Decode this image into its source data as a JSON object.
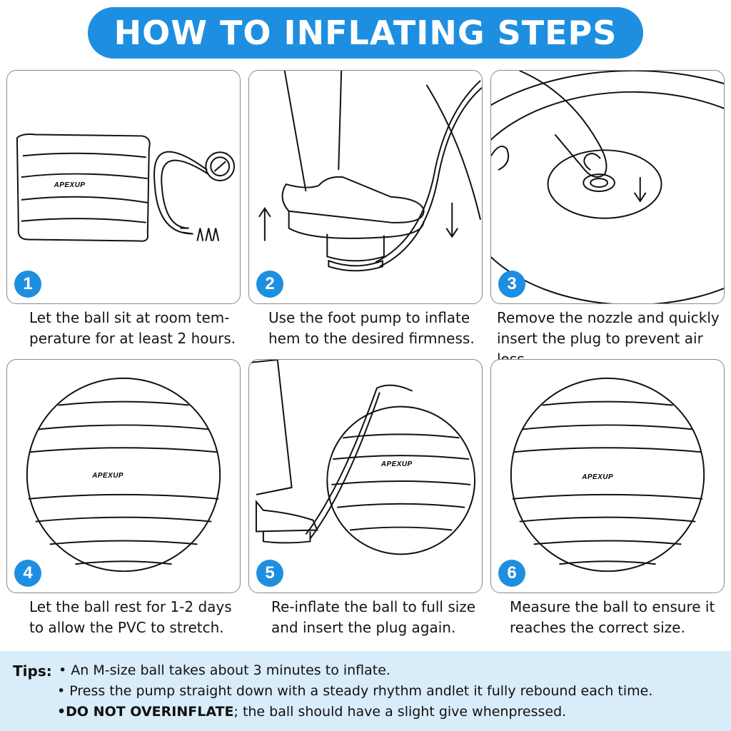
{
  "title": "HOW TO INFLATING STEPS",
  "brand": "APEXUP",
  "steps": [
    {
      "number": "1",
      "line1": "Let the ball sit at room tem-",
      "line2": "perature for at least 2 hours."
    },
    {
      "number": "2",
      "line1": "Use the foot pump to inflate",
      "line2": "hem to the desired firmness."
    },
    {
      "number": "3",
      "line1": "Remove the nozzle and quickly",
      "line2": "insert the plug to prevent air loss."
    },
    {
      "number": "4",
      "line1": "Let the ball rest for 1-2 days",
      "line2": "to allow the PVC to stretch."
    },
    {
      "number": "5",
      "line1": "Re-inflate the ball to full size",
      "line2": "and insert the plug again."
    },
    {
      "number": "6",
      "line1": "Measure the ball to ensure it",
      "line2": "reaches the correct size."
    }
  ],
  "tips": {
    "label": "Tips:",
    "items": [
      "• An M-size ball takes about 3 minutes to inflate.",
      "• Press the pump straight down with a steady rhythm andlet it fully rebound each time."
    ],
    "item3_bold": "•DO NOT OVERINFLATE",
    "item3_rest": "; the ball should have a slight give whenpressed."
  },
  "colors": {
    "accent": "#1e8fe0",
    "tips_bg": "#d9ecf9"
  }
}
